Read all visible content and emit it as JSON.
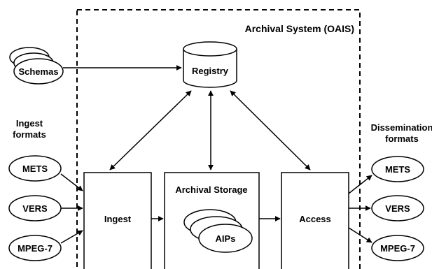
{
  "system": {
    "title": "Archival System (OAIS)"
  },
  "registry": {
    "label": "Registry"
  },
  "schemas": {
    "label": "Schemas"
  },
  "ingest_formats": {
    "line1": "Ingest",
    "line2": "formats",
    "items": [
      "METS",
      "VERS",
      "MPEG-7"
    ]
  },
  "dissemination_formats": {
    "line1": "Dissemination",
    "line2": "formats",
    "items": [
      "METS",
      "VERS",
      "MPEG-7"
    ]
  },
  "ingest": {
    "label": "Ingest"
  },
  "archival_storage": {
    "label": "Archival Storage",
    "aips_label": "AIPs"
  },
  "access": {
    "label": "Access"
  }
}
